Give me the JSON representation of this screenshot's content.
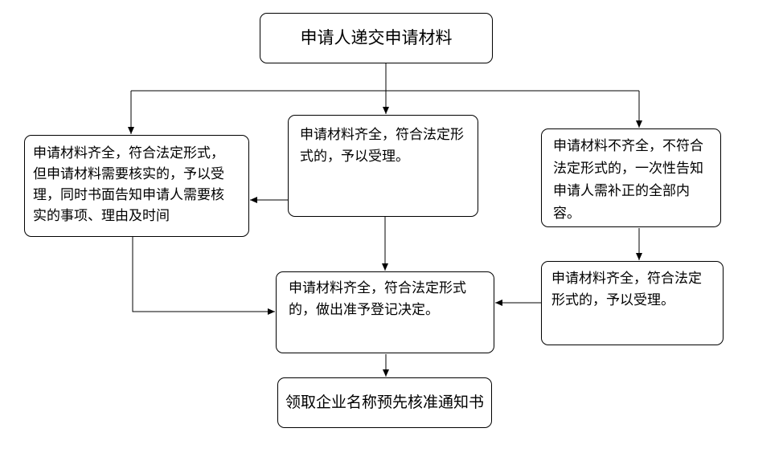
{
  "colors": {
    "background": "#ffffff",
    "line": "#000000",
    "box_fill": "#ffffff",
    "text": "#000000"
  },
  "nodes": {
    "submit": {
      "text": "申请人递交申请材料"
    },
    "accept_verify": {
      "text": "申请材料齐全，符合法定形式，\n但申请材料需要核实的，予以受\n理，同时书面告知申请人需要核\n实的事项、理由及时间"
    },
    "accept": {
      "text": "申请材料齐全，符合法定形\n式的，予以受理。"
    },
    "incomplete": {
      "text": "申请材料不齐全，不符合\n法定形式的，一次性告知\n申请人需补正的全部内\n容。"
    },
    "resubmit_accept": {
      "text": "申请材料齐全，符合法定\n形式的，予以受理。"
    },
    "decision": {
      "text": "申请材料齐全，符合法定形式\n的，做出准予登记决定。"
    },
    "receive_notice": {
      "text": "领取企业名称预先核准通知书"
    }
  },
  "edges": [
    {
      "from": "submit",
      "to": "accept"
    },
    {
      "from": "submit",
      "to": "accept_verify"
    },
    {
      "from": "submit",
      "to": "incomplete"
    },
    {
      "from": "accept",
      "to": "accept_verify"
    },
    {
      "from": "accept",
      "to": "decision"
    },
    {
      "from": "accept_verify",
      "to": "decision"
    },
    {
      "from": "incomplete",
      "to": "resubmit_accept"
    },
    {
      "from": "resubmit_accept",
      "to": "decision"
    },
    {
      "from": "decision",
      "to": "receive_notice"
    }
  ]
}
